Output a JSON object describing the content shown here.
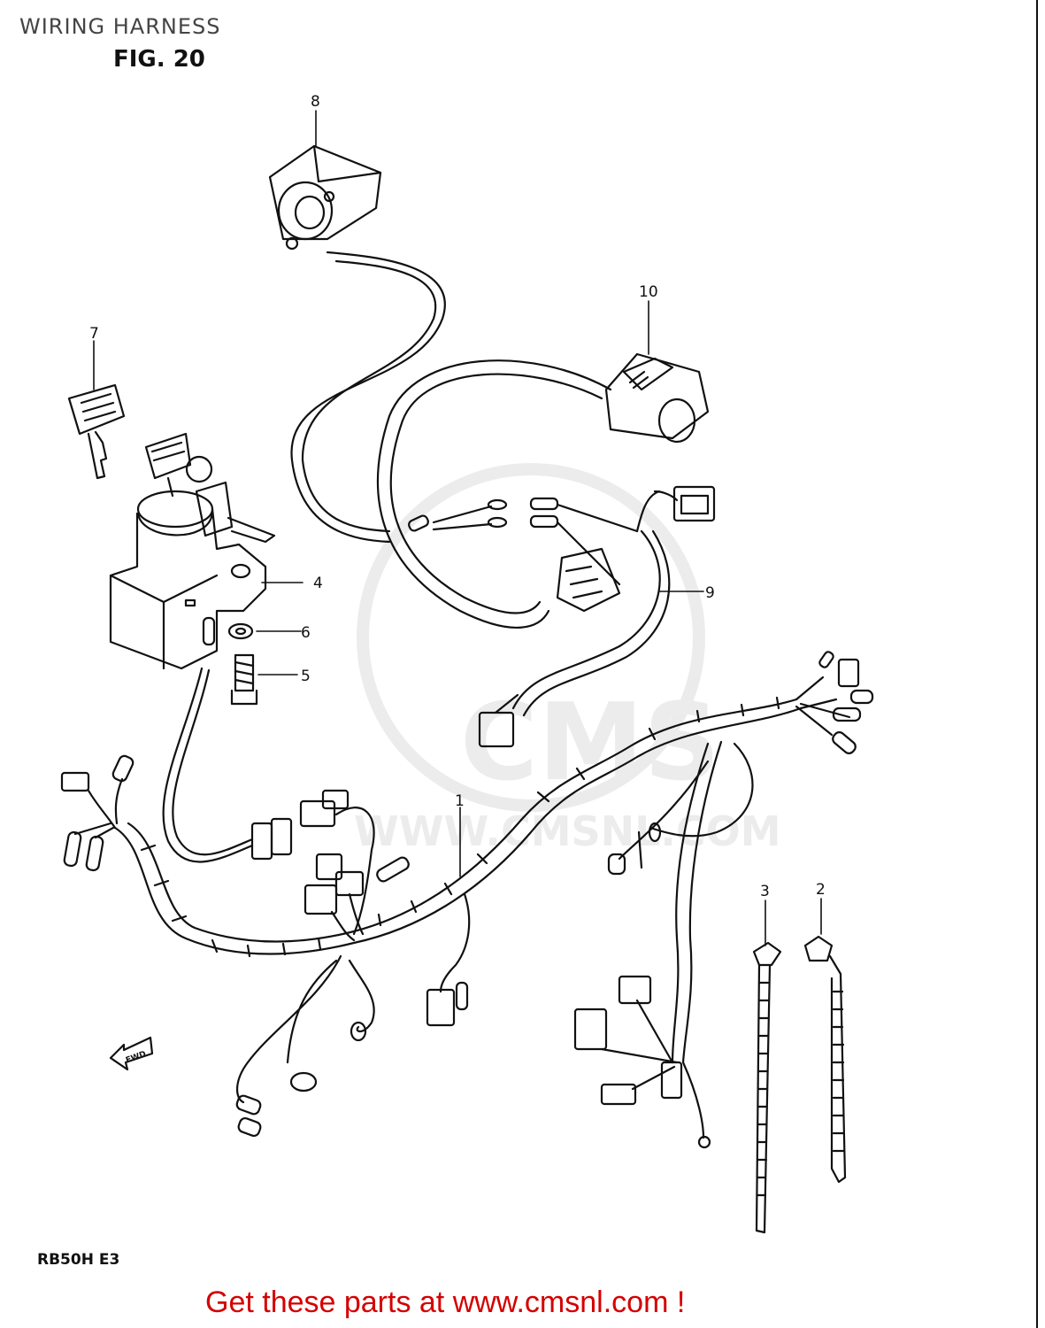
{
  "header": {
    "title": "WIRING HARNESS",
    "figure": "FIG. 20"
  },
  "diagram": {
    "callouts": [
      {
        "id": "1",
        "label": "1"
      },
      {
        "id": "2",
        "label": "2"
      },
      {
        "id": "3",
        "label": "3"
      },
      {
        "id": "4",
        "label": "4"
      },
      {
        "id": "5",
        "label": "5"
      },
      {
        "id": "6",
        "label": "6"
      },
      {
        "id": "7",
        "label": "7"
      },
      {
        "id": "8",
        "label": "8"
      },
      {
        "id": "9",
        "label": "9"
      },
      {
        "id": "10",
        "label": "10"
      }
    ],
    "direction_arrow": "FWD",
    "model_code": "RB50H  E3",
    "watermark": {
      "brand": "CMS",
      "url": "WWW.CMSNL.COM"
    }
  },
  "footer": {
    "link_text": "Get these parts at www.cmsnl.com !"
  },
  "colors": {
    "line": "#111111",
    "footer": "#d40000",
    "watermark": "#e3e3e3"
  }
}
